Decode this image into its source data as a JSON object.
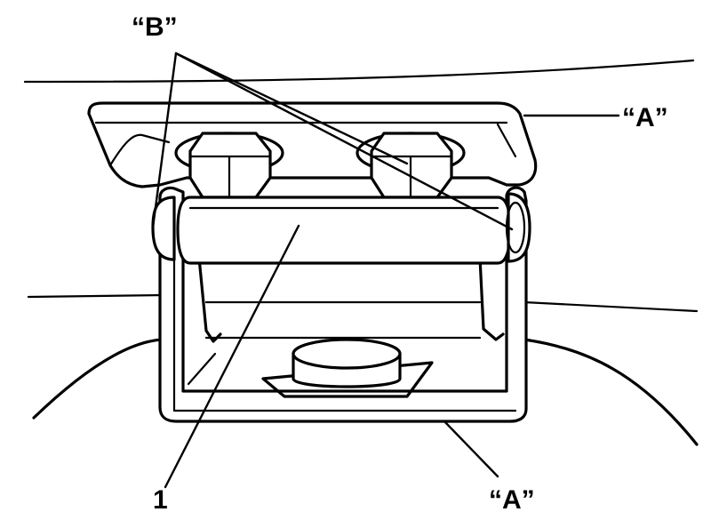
{
  "diagram": {
    "labels": {
      "b_top": "“B”",
      "a_right": "“A”",
      "a_bottom": "“A”",
      "part_1": "1"
    }
  }
}
